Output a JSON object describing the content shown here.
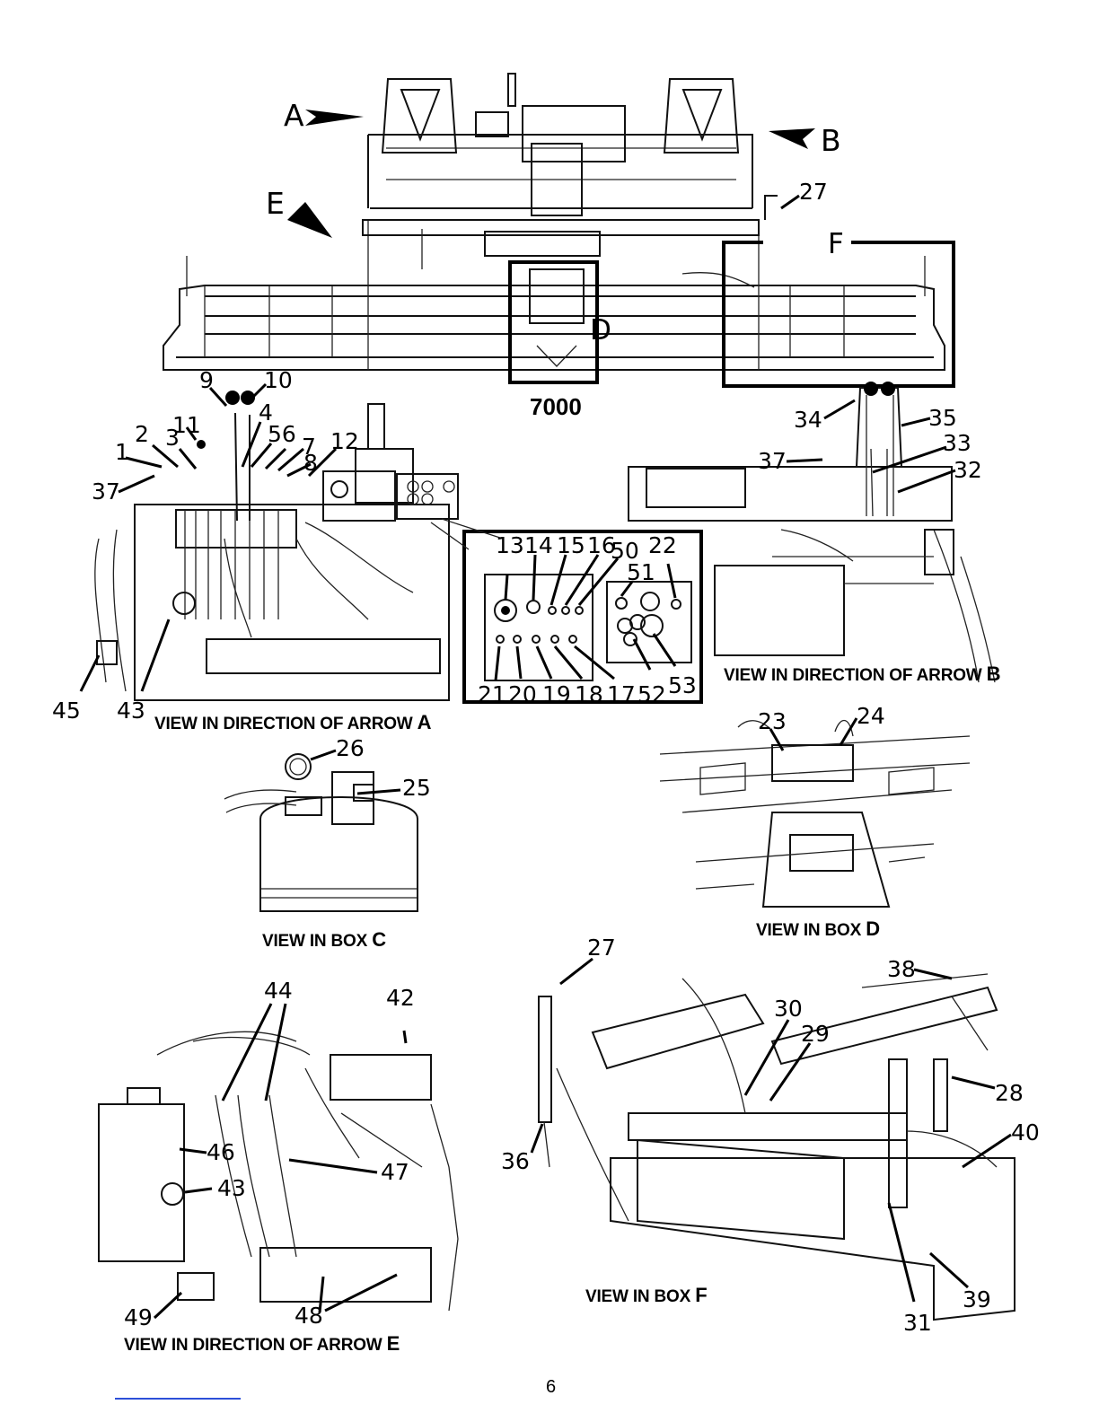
{
  "model_label": "7000",
  "page_number": "6",
  "arrow_labels": [
    "A",
    "B",
    "E"
  ],
  "box_labels": [
    "D",
    "F"
  ],
  "views": {
    "arrow_a": {
      "text": "VIEW IN DIRECTION OF ARROW",
      "letter": "A"
    },
    "arrow_b": {
      "text": "VIEW IN DIRECTION OF ARROW",
      "letter": "B"
    },
    "box_c": {
      "text": "VIEW IN BOX",
      "letter": "C"
    },
    "box_d": {
      "text": "VIEW IN BOX",
      "letter": "D"
    },
    "arrow_e": {
      "text": "VIEW IN DIRECTION OF ARROW",
      "letter": "E"
    },
    "box_f": {
      "text": "VIEW IN BOX",
      "letter": "F"
    }
  },
  "callouts": {
    "main": [
      "27"
    ],
    "view_a": [
      "9",
      "10",
      "11",
      "2",
      "3",
      "4",
      "56",
      "7",
      "8",
      "12",
      "1",
      "37",
      "45",
      "43"
    ],
    "view_a_inset": [
      "13",
      "14",
      "15",
      "16",
      "50",
      "22",
      "51",
      "21",
      "20",
      "19",
      "18",
      "17",
      "52",
      "53"
    ],
    "view_b": [
      "34",
      "35",
      "37",
      "33",
      "32"
    ],
    "view_c": [
      "26",
      "25"
    ],
    "view_d": [
      "23",
      "24"
    ],
    "view_e": [
      "44",
      "42",
      "46",
      "43",
      "47",
      "49",
      "48"
    ],
    "view_f": [
      "27",
      "38",
      "30",
      "29",
      "28",
      "40",
      "36",
      "39",
      "31"
    ]
  }
}
